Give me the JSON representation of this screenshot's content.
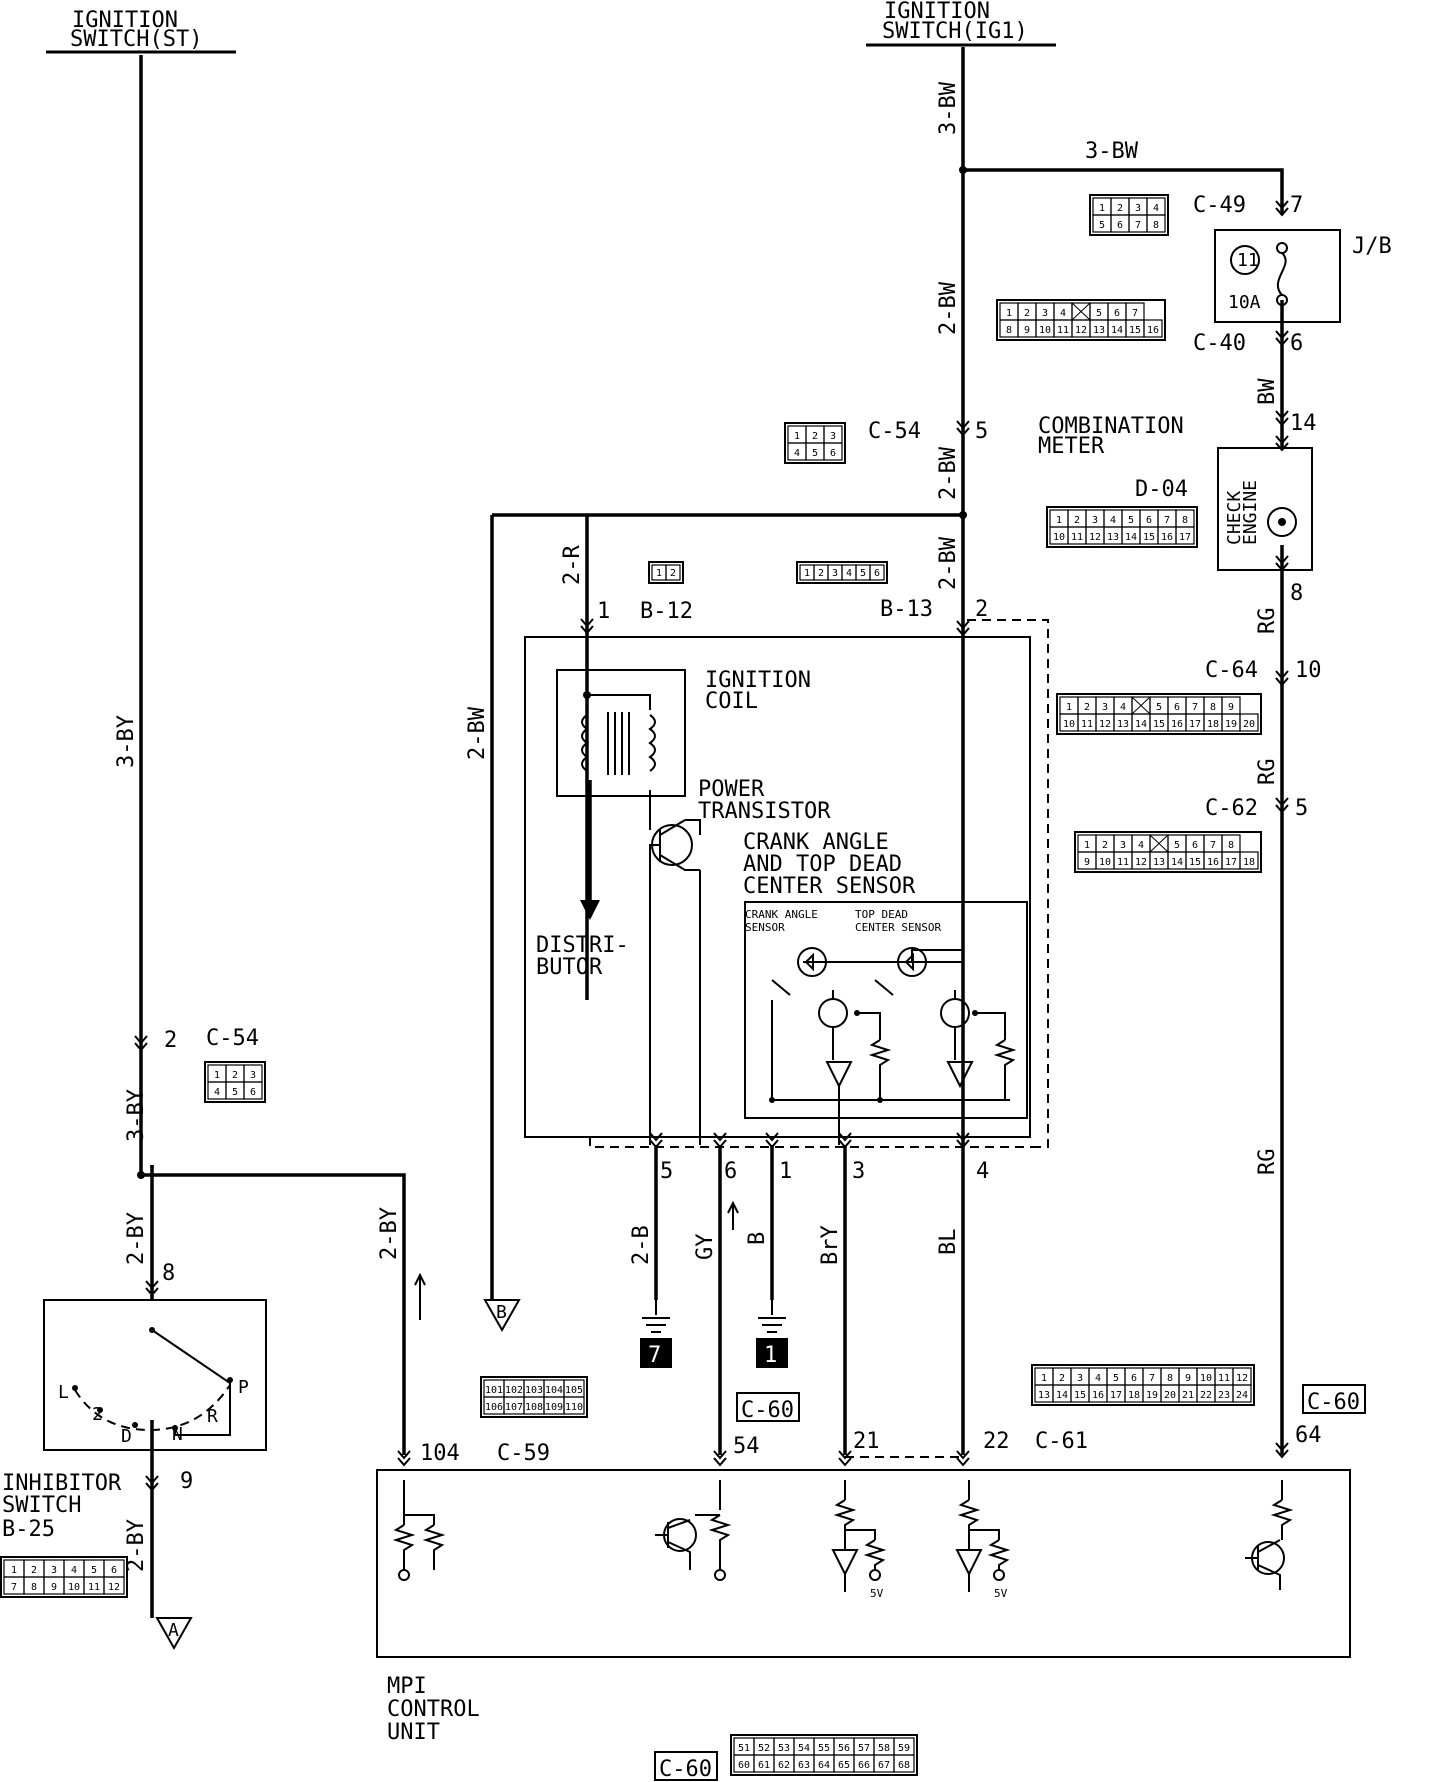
{
  "labels": {
    "ign_st": [
      "IGNITION",
      "SWITCH(ST)"
    ],
    "ign_ig1": [
      "IGNITION",
      "SWITCH(IG1)"
    ],
    "jb": "J/B",
    "fuse_no": "11",
    "fuse_amp": "10A",
    "comb_meter": [
      "COMBINATION",
      "METER"
    ],
    "check_engine": [
      "CHECK",
      "ENGINE"
    ],
    "ign_coil": [
      "IGNITION",
      "COIL"
    ],
    "power_tr": [
      "POWER",
      "TRANSISTOR"
    ],
    "cas": [
      "CRANK ANGLE",
      "AND TOP DEAD",
      "CENTER SENSOR"
    ],
    "cas_small_1": [
      "CRANK ANGLE",
      "SENSOR"
    ],
    "cas_small_2": [
      "TOP DEAD",
      "CENTER SENSOR"
    ],
    "distributor": [
      "DISTRI-",
      "BUTOR"
    ],
    "inhibitor": [
      "INHIBITOR",
      "SWITCH",
      "B-25"
    ],
    "mpi": [
      "MPI",
      "CONTROL",
      "UNIT"
    ],
    "fivev": "5V",
    "gnd7": "7",
    "gnd1": "1",
    "off_a": "A",
    "off_b": "B",
    "sw_l": "L",
    "sw_2": "2",
    "sw_d": "D",
    "sw_n": "N",
    "sw_r": "R",
    "sw_p": "P"
  },
  "wires": {
    "bw3_vert": "3-BW",
    "bw3_horiz": "3-BW",
    "bw2_upper": "2-BW",
    "bw2_mid": "2-BW",
    "bw2_lower": "2-BW",
    "bw2_left": "2-BW",
    "r2": "2-R",
    "by3_top": "3-BY",
    "by3_mid": "3-BY",
    "by2_a": "2-BY",
    "by2_b": "2-BY",
    "by2_bottom": "2-BY",
    "bw": "BW",
    "rg1": "RG",
    "rg2": "RG",
    "rg3": "RG",
    "b2": "2-B",
    "gy": "GY",
    "b": "B",
    "bry": "BrY",
    "bl": "BL"
  },
  "connectors": {
    "c49": "C-49",
    "c40": "C-40",
    "c54a": "C-54",
    "c54b": "C-54",
    "d04": "D-04",
    "b12": "B-12",
    "b13": "B-13",
    "c64": "C-64",
    "c62": "C-62",
    "c59": "C-59",
    "c60a": "C-60",
    "c60b": "C-60",
    "c60c": "C-60",
    "c61": "C-61"
  },
  "pins": {
    "p7": "7",
    "p6": "6",
    "p14": "14",
    "p8": "8",
    "p10": "10",
    "p5r": "5",
    "p64": "64",
    "p5top": "5",
    "p1coil": "1",
    "p2cas": "2",
    "p5b": "5",
    "p6b": "6",
    "p1b": "1",
    "p3b": "3",
    "p4b": "4",
    "p104": "104",
    "p54": "54",
    "p21": "21",
    "p22": "22",
    "p2by": "2",
    "p8inh": "8",
    "p9inh": "9"
  },
  "connector_pins": {
    "c49": [
      "1",
      "2",
      "3",
      "4",
      "5",
      "6",
      "7",
      "8"
    ],
    "c40_top": [
      "1",
      "2",
      "3",
      "4",
      "",
      "5",
      "6",
      "7"
    ],
    "c40_bot": [
      "8",
      "9",
      "10",
      "11",
      "12",
      "13",
      "14",
      "15",
      "16"
    ],
    "c54": [
      "1",
      "2",
      "3",
      "4",
      "5",
      "6"
    ],
    "d04_top": [
      "1",
      "2",
      "3",
      "4",
      "5",
      "6",
      "7",
      "8"
    ],
    "d04_bot": [
      "10",
      "11",
      "12",
      "13",
      "14",
      "15",
      "16",
      "17"
    ],
    "b12": [
      "1",
      "2"
    ],
    "b13": [
      "1",
      "2",
      "3",
      "4",
      "5",
      "6"
    ],
    "c64_top": [
      "1",
      "2",
      "3",
      "4",
      "",
      "5",
      "6",
      "7",
      "8",
      "9"
    ],
    "c64_bot": [
      "10",
      "11",
      "12",
      "13",
      "14",
      "15",
      "16",
      "17",
      "18",
      "19",
      "20"
    ],
    "c62_top": [
      "1",
      "2",
      "3",
      "4",
      "",
      "5",
      "6",
      "7",
      "8"
    ],
    "c62_bot": [
      "9",
      "10",
      "11",
      "12",
      "13",
      "14",
      "15",
      "16",
      "17",
      "18"
    ],
    "c59_top": [
      "101",
      "102",
      "103",
      "104",
      "105"
    ],
    "c59_bot": [
      "106",
      "107",
      "108",
      "109",
      "110"
    ],
    "c61_top": [
      "1",
      "2",
      "3",
      "4",
      "5",
      "6",
      "7",
      "8",
      "9",
      "10",
      "11",
      "12"
    ],
    "c61_bot": [
      "13",
      "14",
      "15",
      "16",
      "17",
      "18",
      "19",
      "20",
      "21",
      "22",
      "23",
      "24"
    ],
    "b25_top": [
      "1",
      "2",
      "3",
      "4",
      "5",
      "6"
    ],
    "b25_bot": [
      "7",
      "8",
      "9",
      "10",
      "11",
      "12"
    ],
    "c60_top": [
      "51",
      "52",
      "53",
      "54",
      "55",
      "56",
      "57",
      "58",
      "59"
    ],
    "c60_bot": [
      "60",
      "61",
      "62",
      "63",
      "64",
      "65",
      "66",
      "67",
      "68"
    ]
  }
}
